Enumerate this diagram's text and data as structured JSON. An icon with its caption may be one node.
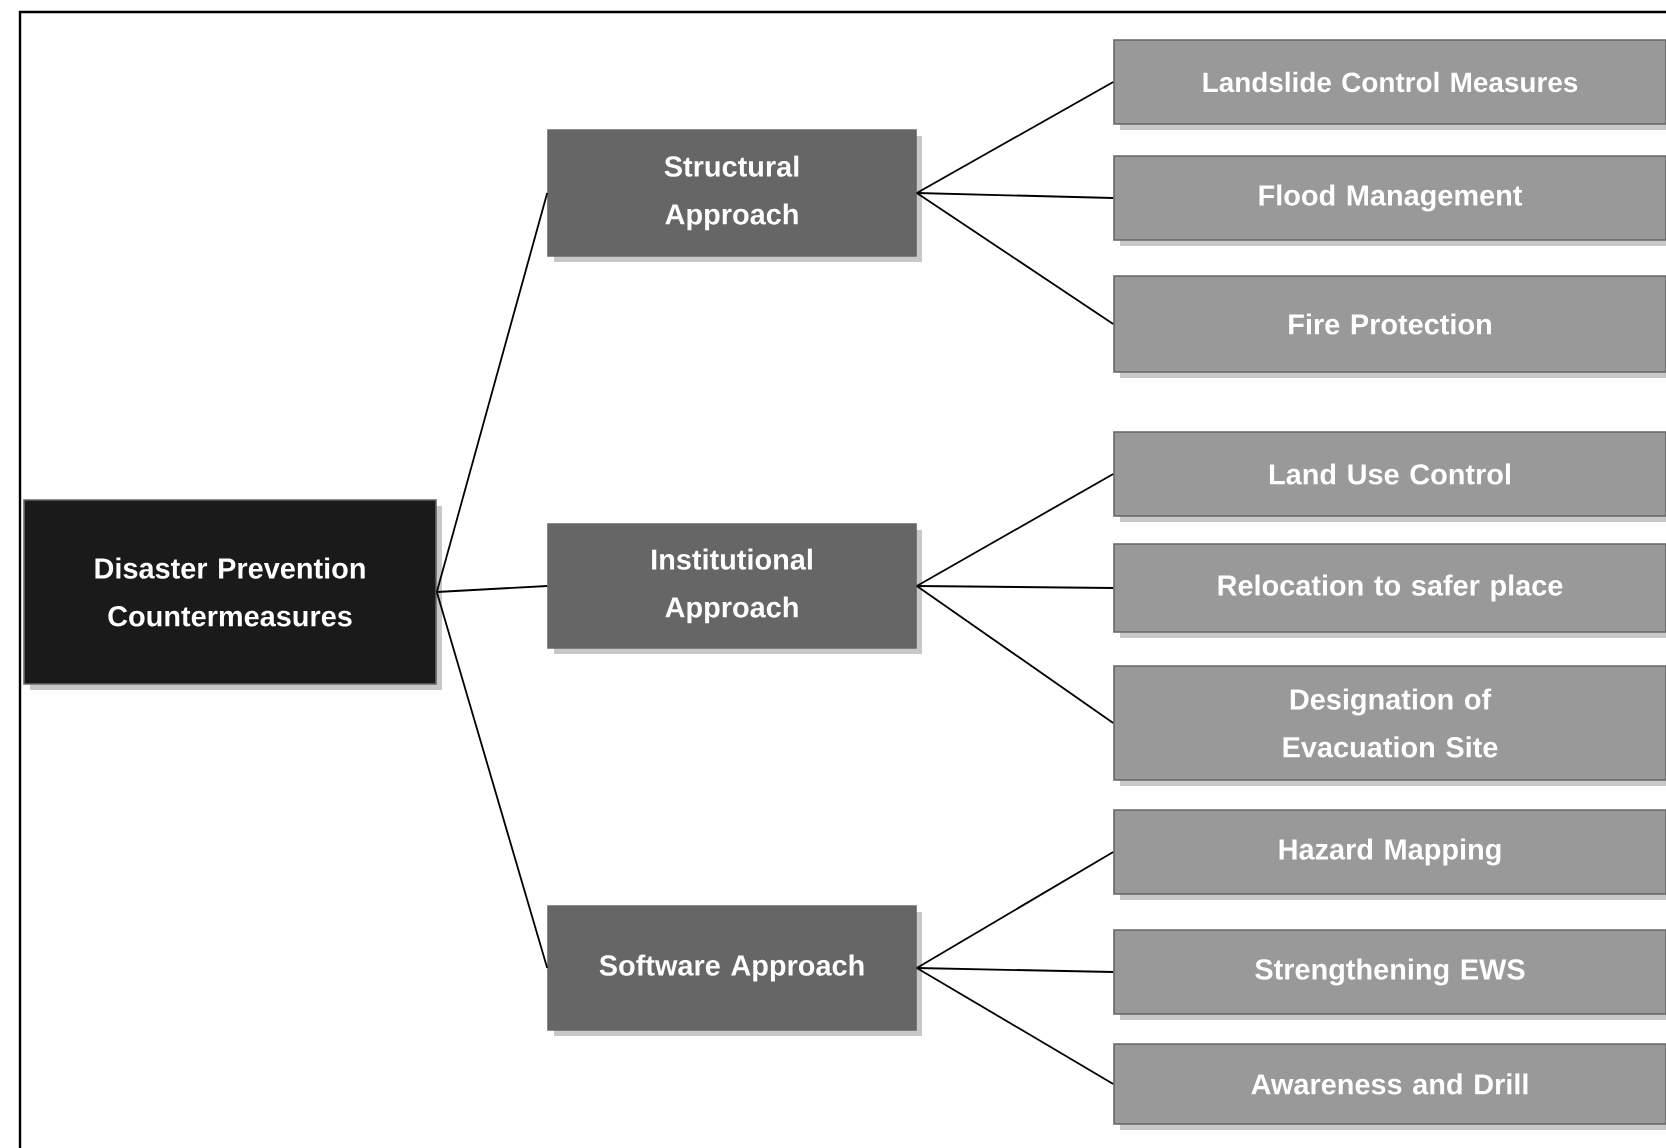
{
  "diagram": {
    "nodes": [
      {
        "text": [
          "Disaster Prevention Countermeasures"
        ]
      },
      {
        "text": [
          "Structural Approach"
        ]
      },
      {
        "text": [
          "Landslide Control Measures"
        ]
      },
      {
        "text": [
          "Flood Management"
        ]
      },
      {
        "text": [
          "Fire Protection"
        ]
      },
      {
        "text": [
          "Institutional Approach"
        ]
      },
      {
        "text": [
          "Land Use Control"
        ]
      },
      {
        "text": [
          "Relocation to safer place"
        ]
      },
      {
        "text": [
          "Designation of Evacuation Site"
        ]
      },
      {
        "text": [
          "Software Approach"
        ]
      },
      {
        "text": [
          "Hazard Mapping"
        ]
      },
      {
        "text": [
          "Strengthening EWS"
        ]
      },
      {
        "text": [
          "Awareness and Drill"
        ]
      }
    ],
    "edges": [
      {
        "from": 0,
        "to": 1,
        "arrow": "none"
      },
      {
        "from": 0,
        "to": 5,
        "arrow": "none"
      },
      {
        "from": 0,
        "to": 9,
        "arrow": "none"
      },
      {
        "from": 1,
        "to": 2,
        "arrow": "none"
      },
      {
        "from": 1,
        "to": 3,
        "arrow": "none"
      },
      {
        "from": 1,
        "to": 4,
        "arrow": "none"
      },
      {
        "from": 5,
        "to": 6,
        "arrow": "none"
      },
      {
        "from": 5,
        "to": 7,
        "arrow": "none"
      },
      {
        "from": 5,
        "to": 8,
        "arrow": "none"
      },
      {
        "from": 9,
        "to": 10,
        "arrow": "none"
      },
      {
        "from": 9,
        "to": 11,
        "arrow": "none"
      },
      {
        "from": 9,
        "to": 12,
        "arrow": "none"
      }
    ]
  }
}
